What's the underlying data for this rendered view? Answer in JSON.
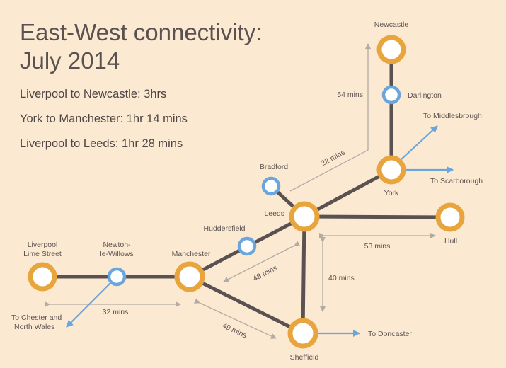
{
  "title_line1": "East-West connectivity:",
  "title_line2": "July 2014",
  "stats": [
    "Liverpool to Newcastle: 3hrs",
    "York to Manchester: 1hr 14 mins",
    "Liverpool to Leeds: 1hr 28 mins"
  ],
  "stations": {
    "newcastle": "Newcastle",
    "darlington": "Darlington",
    "york": "York",
    "bradford": "Bradford",
    "leeds": "Leeds",
    "hull": "Hull",
    "huddersfield": "Huddersfield",
    "manchester": "Manchester",
    "liverpool_1": "Liverpool",
    "liverpool_2": "Lime Street",
    "newton_1": "Newton-",
    "newton_2": "le-Willows",
    "sheffield": "Sheffield"
  },
  "destinations": {
    "middlesbrough": "To Middlesbrough",
    "scarborough": "To Scarborough",
    "doncaster": "To Doncaster",
    "chester_1": "To Chester and",
    "chester_2": "North Wales"
  },
  "times": {
    "leeds_newcastle": "54 mins",
    "leeds_york": "22 mins",
    "leeds_hull": "53 mins",
    "leeds_sheffield": "40 mins",
    "leeds_manchester": "48 mins",
    "manchester_sheffield": "49 mins",
    "liverpool_manchester": "32 mins"
  },
  "colors": {
    "background": "#fbe9d2",
    "major_station": "#e8a53e",
    "minor_station": "#6aa6dc",
    "track": "#5a5250",
    "duration_arrow": "#b3aaa3",
    "onward_arrow": "#6aa6dc"
  }
}
